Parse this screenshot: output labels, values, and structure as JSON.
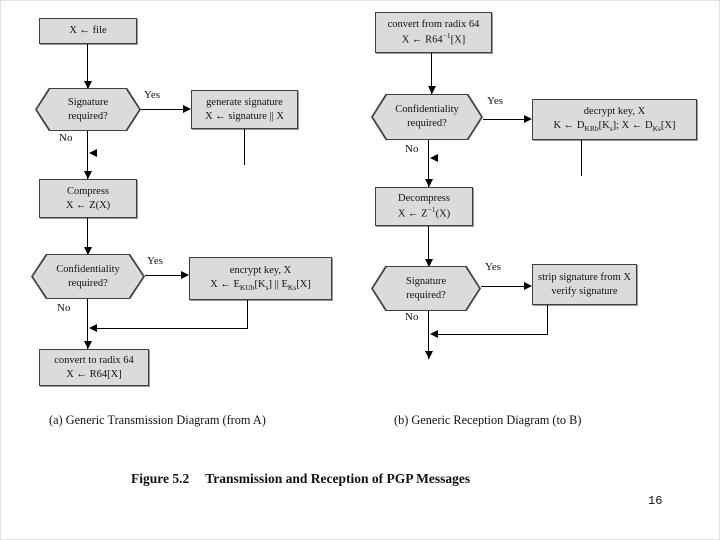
{
  "slide": {
    "page_number": "16"
  },
  "caption": {
    "figure_label": "Figure 5.2",
    "figure_title": "Transmission and Reception of PGP Messages"
  },
  "transmission": {
    "caption": "(a) Generic Transmission Diagram (from A)",
    "input": {
      "text": "X ← file"
    },
    "signature_decision": {
      "line1": "Signature",
      "line2": "required?",
      "yes": "Yes",
      "no": "No"
    },
    "generate_signature": {
      "line1": "generate signature",
      "line2": "X ← signature || X"
    },
    "compress": {
      "line1": "Compress",
      "line2": "X ← Z(X)"
    },
    "confidentiality_decision": {
      "line1": "Confidentiality",
      "line2": "required?",
      "yes": "Yes",
      "no": "No"
    },
    "encrypt": {
      "line1": "encrypt key, X",
      "f1": "X ← E",
      "s1": "KUb",
      "f2": "[K",
      "s2": "s",
      "f3": "] || E",
      "s3": "Ks",
      "f4": "[X]"
    },
    "radix64": {
      "line1": "convert to radix 64",
      "line2": "X ← R64[X]"
    }
  },
  "reception": {
    "caption": "(b) Generic Reception Diagram (to B)",
    "radix64": {
      "line1": "convert from radix 64",
      "f1": "X ← R64",
      "sup1": "−1",
      "f2": "[X]"
    },
    "confidentiality_decision": {
      "line1": "Confidentiality",
      "line2": "required?",
      "yes": "Yes",
      "no": "No"
    },
    "decrypt": {
      "line1": "decrypt key, X",
      "f1": "K ← D",
      "s1": "KRb",
      "f2": "[K",
      "s2": "s",
      "f3": "]; X ← D",
      "s3": "Ks",
      "f4": "[X]"
    },
    "decompress": {
      "line1": "Decompress",
      "f1": "X ← Z",
      "sup1": "−1",
      "f2": "(X)"
    },
    "signature_decision": {
      "line1": "Signature",
      "line2": "required?",
      "yes": "Yes",
      "no": "No"
    },
    "strip_signature": {
      "line1": "strip signature from X",
      "line2": "verify signature"
    }
  }
}
